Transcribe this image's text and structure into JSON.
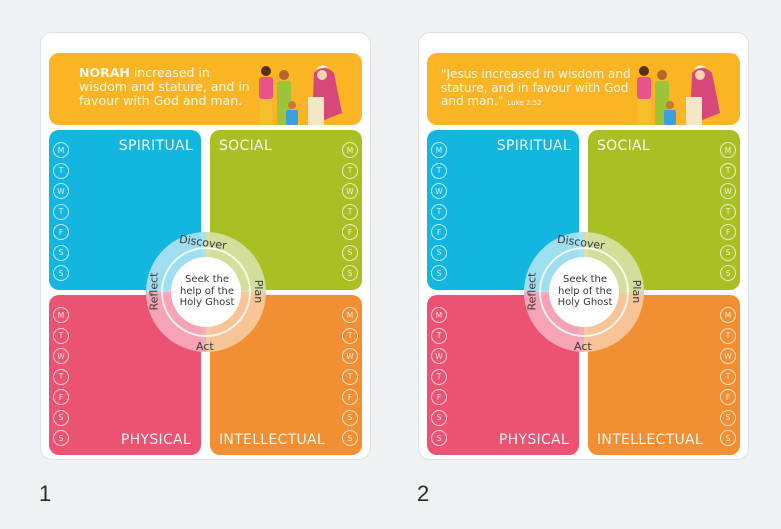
{
  "pages": [
    {
      "number": "1",
      "banner": {
        "name": "NORAH",
        "text": " increased in wisdom and stature, and in favour with God and man.",
        "reference": ""
      },
      "center": "Seek the help of the Holy Ghost"
    },
    {
      "number": "2",
      "banner": {
        "name": "",
        "text": "\"Jesus increased in wisdom and stature, and in favour with God and man.\"",
        "reference": "Luke 2:52"
      },
      "center": "Seek the help of the Holy Ghost"
    }
  ],
  "quadrants": {
    "spiritual": "SPIRITUAL",
    "social": "SOCIAL",
    "physical": "PHYSICAL",
    "intellectual": "INTELLECTUAL"
  },
  "days": [
    "M",
    "T",
    "W",
    "T",
    "F",
    "S",
    "S"
  ],
  "cycle": {
    "discover": "Discover",
    "plan": "Plan",
    "act": "Act",
    "reflect": "Reflect"
  },
  "colors": {
    "banner": "#fbb423",
    "spiritual": "#12b6de",
    "social": "#a9bf24",
    "physical": "#ec5372",
    "intellectual": "#f18f32",
    "background": "#eff1f4"
  }
}
